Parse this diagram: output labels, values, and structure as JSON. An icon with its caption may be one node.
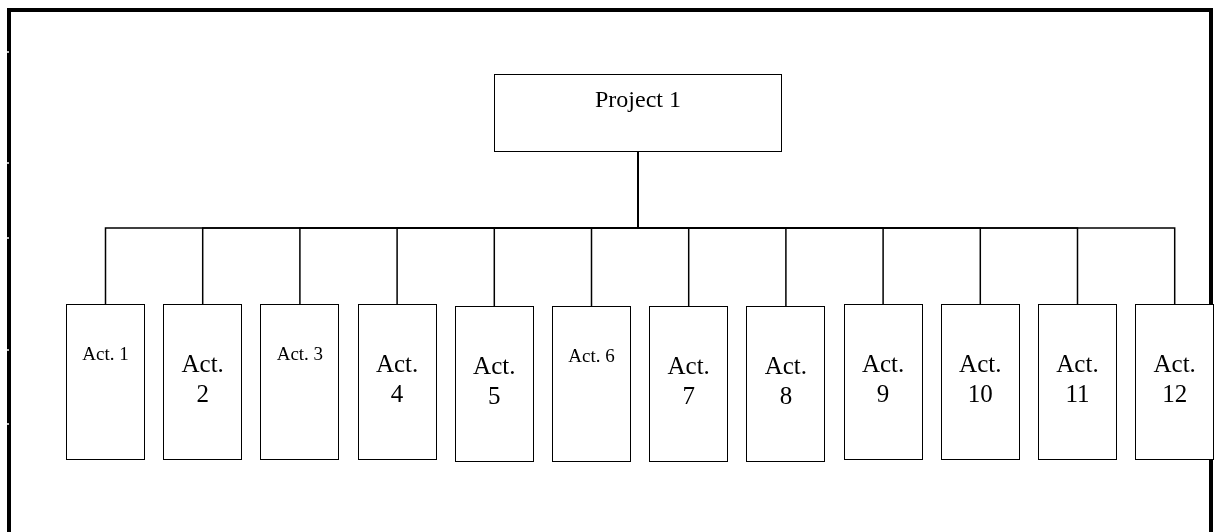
{
  "diagram": {
    "nodes": [
      {
        "text": [
          "Project 1"
        ]
      },
      {
        "text": [
          "Act. 1"
        ]
      },
      {
        "text": [
          "Act. 2"
        ]
      },
      {
        "text": [
          "Act. 3"
        ]
      },
      {
        "text": [
          "Act. 4"
        ]
      },
      {
        "text": [
          "Act. 5"
        ]
      },
      {
        "text": [
          "Act. 6"
        ]
      },
      {
        "text": [
          "Act. 7"
        ]
      },
      {
        "text": [
          "Act. 8"
        ]
      },
      {
        "text": [
          "Act. 9"
        ]
      },
      {
        "text": [
          "Act. 10"
        ]
      },
      {
        "text": [
          "Act. 11"
        ]
      },
      {
        "text": [
          "Act. 12"
        ]
      }
    ],
    "edges": [
      {
        "from": 0,
        "to": 1,
        "arrow": "none"
      },
      {
        "from": 0,
        "to": 2,
        "arrow": "none"
      },
      {
        "from": 0,
        "to": 3,
        "arrow": "none"
      },
      {
        "from": 0,
        "to": 4,
        "arrow": "none"
      },
      {
        "from": 0,
        "to": 5,
        "arrow": "none"
      },
      {
        "from": 0,
        "to": 6,
        "arrow": "none"
      },
      {
        "from": 0,
        "to": 7,
        "arrow": "none"
      },
      {
        "from": 0,
        "to": 8,
        "arrow": "none"
      },
      {
        "from": 0,
        "to": 9,
        "arrow": "none"
      },
      {
        "from": 0,
        "to": 10,
        "arrow": "none"
      },
      {
        "from": 0,
        "to": 11,
        "arrow": "none"
      },
      {
        "from": 0,
        "to": 12,
        "arrow": "none"
      }
    ]
  }
}
